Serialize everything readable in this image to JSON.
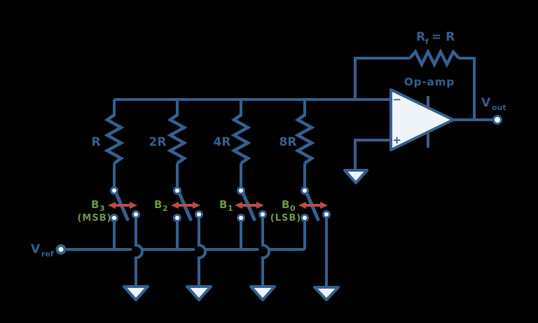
{
  "colors": {
    "bg": "#000000",
    "wire": "#33608F",
    "fill": "#EFF4FB",
    "green": "#6F9747",
    "red": "#BC4C46"
  },
  "resistors": [
    {
      "label": "R"
    },
    {
      "label": "2R"
    },
    {
      "label": "4R"
    },
    {
      "label": "8R"
    }
  ],
  "switches": [
    {
      "bit": "B",
      "sub": "3",
      "note": "(MSB)"
    },
    {
      "bit": "B",
      "sub": "2",
      "note": ""
    },
    {
      "bit": "B",
      "sub": "1",
      "note": ""
    },
    {
      "bit": "B",
      "sub": "0",
      "note": "(LSB)"
    }
  ],
  "opamp": {
    "label": "Op-amp",
    "inverting_input": "−",
    "noninverting_input": "+"
  },
  "feedback": {
    "r": "R",
    "r_sub": "f",
    "equation": "= R"
  },
  "output": {
    "label": "V",
    "sub": "out"
  },
  "reference": {
    "label": "V",
    "sub": "ref"
  }
}
